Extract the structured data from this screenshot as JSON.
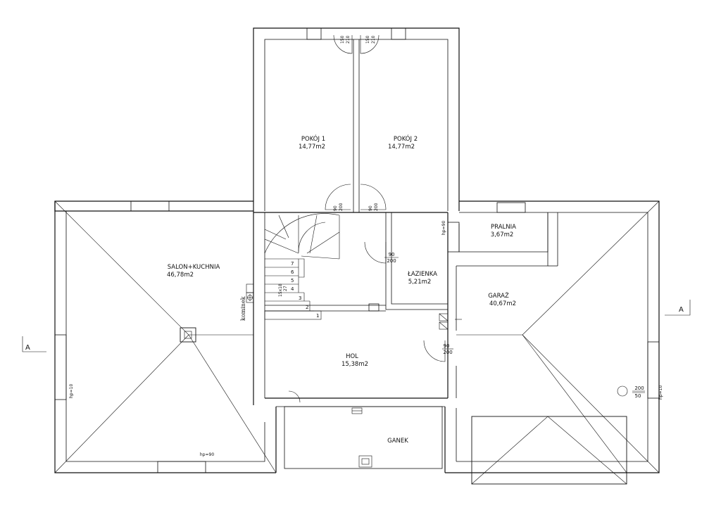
{
  "rooms": {
    "pokoj1": {
      "name": "POKÓJ 1",
      "area": "14,77m2"
    },
    "pokoj2": {
      "name": "POKÓJ 2",
      "area": "14,77m2"
    },
    "salon": {
      "name": "SALON+KUCHNIA",
      "area": "46,78m2"
    },
    "lazienka": {
      "name": "ŁAZIENKA",
      "area": "5,21m2"
    },
    "pralnia": {
      "name": "PRALNIA",
      "area": "3,67m2"
    },
    "garaz": {
      "name": "GARAŻ",
      "area": "40,67m2"
    },
    "hol": {
      "name": "HOL",
      "area": "15,38m2"
    },
    "ganek": {
      "name": "GANEK"
    }
  },
  "doors": {
    "top_left": [
      "150",
      "210"
    ],
    "top_right": [
      "150",
      "210"
    ],
    "pokoj1": [
      "90",
      "200"
    ],
    "pokoj2": [
      "90",
      "200"
    ],
    "lazienka": {
      "w": "90",
      "h": "200"
    },
    "hol": {
      "w": "90",
      "h": "200"
    },
    "garage": {
      "w": "200",
      "h": "50"
    }
  },
  "labels": {
    "hp_90_bottom": "hp=90",
    "hp_90_lazienka": "hp=90",
    "hp_10_left": "hp=10",
    "hp_10_right": "hp=10",
    "kominek": "kominek",
    "stairs_count": "15x18",
    "stairs_tread": "27",
    "section_a_left": "A",
    "section_a_right": "A"
  },
  "stairs": {
    "steps": [
      "1",
      "2",
      "3",
      "4",
      "5",
      "6",
      "7"
    ]
  }
}
